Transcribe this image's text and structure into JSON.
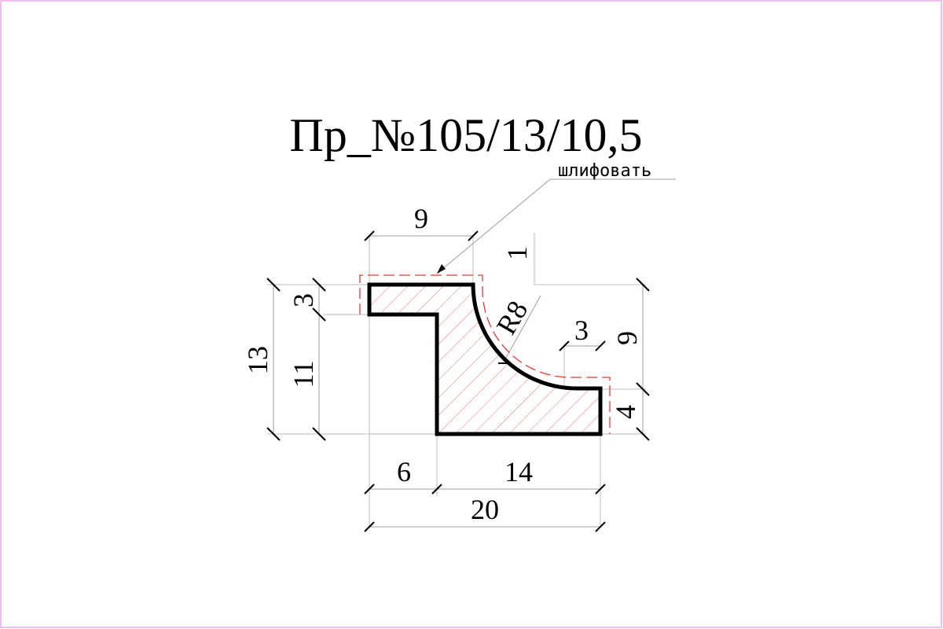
{
  "title": "Пр_№105/13/10,5",
  "note": "шлифовать",
  "colors": {
    "frame": "#e9a8e6",
    "profile_stroke": "#000000",
    "hatch": "#e57373",
    "grind_line": "#e53935",
    "dimension_line": "#9e9e9e"
  },
  "dimensions": {
    "top_width": "9",
    "offset_top": "1",
    "radius": "R8",
    "step_width": "3",
    "right_height": "9",
    "right_lip": "4",
    "left_lip": "3",
    "inner_height": "11",
    "total_height": "13",
    "left_offset": "6",
    "base_width": "14",
    "total_width": "20"
  }
}
